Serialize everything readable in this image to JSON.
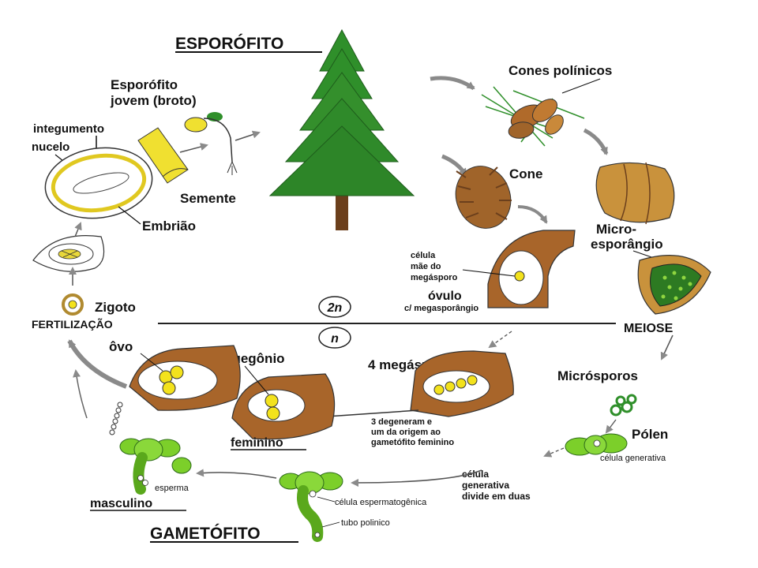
{
  "titles": {
    "sporophyte": "ESPORÓFITO",
    "gametophyte": "GAMETÓFITO"
  },
  "ploidy": {
    "diploid": "2n",
    "haploid": "n"
  },
  "labels": {
    "young_sporophyte_1": "Esporófito",
    "young_sporophyte_2": "jovem (broto)",
    "integument": "integumento",
    "nucellus": "nucelo",
    "seed": "Semente",
    "embryo": "Embrião",
    "pollen_cones": "Cones polínicos",
    "cone": "Cone",
    "microsporangium_1": "Micro-",
    "microsporangium_2": "esporângio",
    "megaspore_mother_1": "célula",
    "megaspore_mother_2": "mãe do",
    "megaspore_mother_3": "megásporo",
    "ovule": "óvulo",
    "megasporangium": "c/ megasporângio",
    "zygote": "Zigoto",
    "fertilization": "FERTILIZAÇÃO",
    "meiosis": "MEIOSE",
    "egg": "ôvo",
    "archegonium": "arquegônio",
    "four_megaspores": "4 megásporos",
    "microspores": "Micrósporos",
    "pollen": "Pólen",
    "generative_cell": "célula generativa",
    "degenerate_1": "3 degeneram e",
    "degenerate_2": "um da origem ao",
    "degenerate_3": "gametófito feminino",
    "female": "feminino",
    "generative_divides_1": "célula",
    "generative_divides_2": "generativa",
    "generative_divides_3": "divide em duas",
    "sperm": "esperma",
    "male": "masculino",
    "spermatogenic_cell": "célula espermatogênica",
    "pollen_tube": "tubo polinico"
  },
  "colors": {
    "conifer_green": "#2f8f2a",
    "trunk_brown": "#6b3f1c",
    "cone_brown": "#a0642a",
    "ovule_brown": "#a8652a",
    "pollen_green": "#7ccf2a",
    "yolk_yellow": "#f3e21c",
    "arrow_gray": "#8a8a8a"
  }
}
